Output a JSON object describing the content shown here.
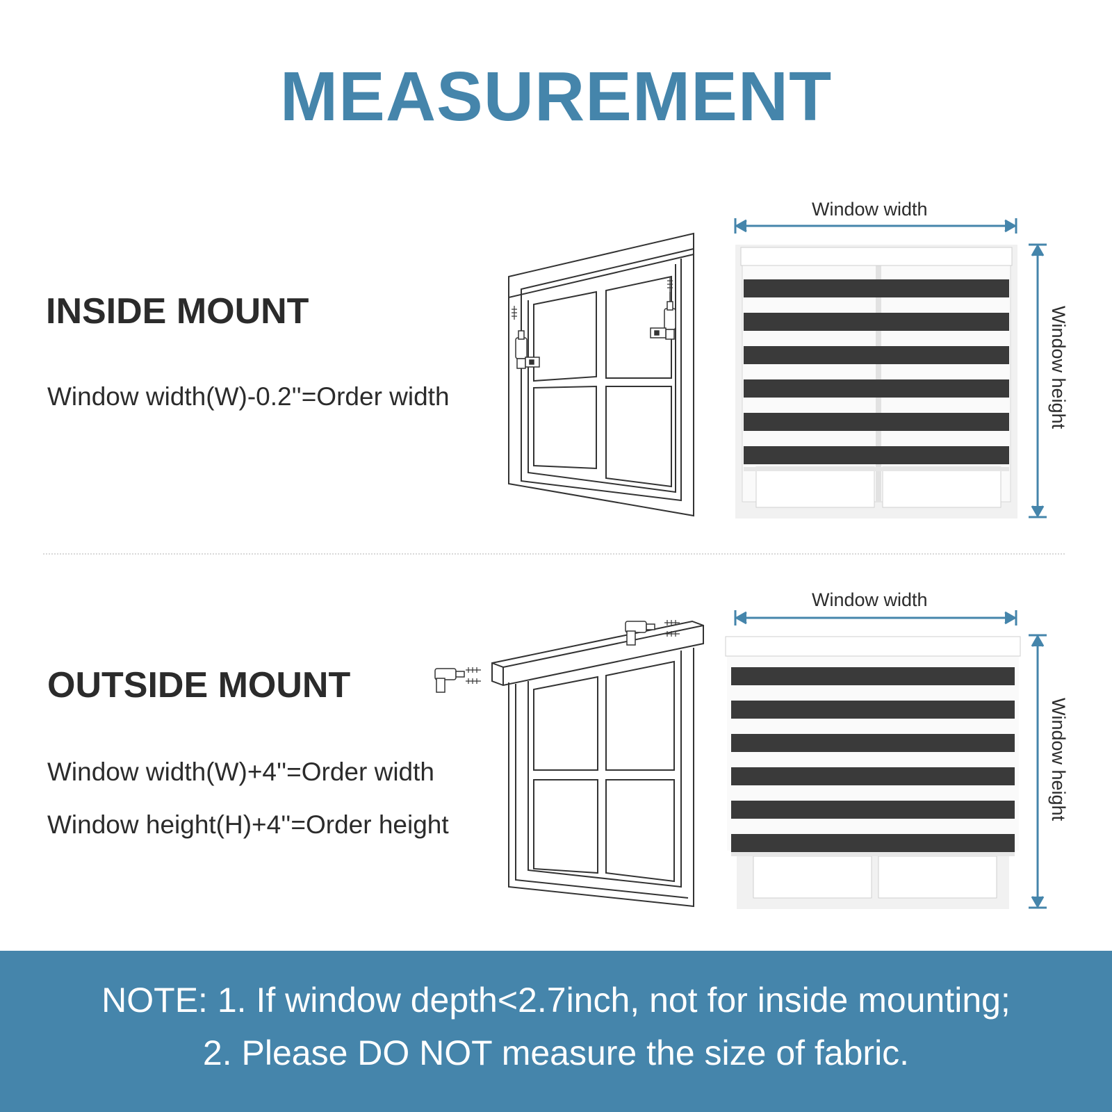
{
  "title": "MEASUREMENT",
  "inside_mount": {
    "heading": "INSIDE MOUNT",
    "formula": "Window width(W)-0.2''=Order width",
    "width_label": "Window width",
    "height_label": "Window height"
  },
  "outside_mount": {
    "heading": "OUTSIDE MOUNT",
    "formula_width": "Window width(W)+4''=Order width",
    "formula_height": "Window height(H)+4''=Order height",
    "width_label": "Window width",
    "height_label": "Window height"
  },
  "note": {
    "line1": "NOTE: 1. If window depth<2.7inch, not for inside mounting;",
    "line2": "2. Please DO NOT measure the size of fabric."
  },
  "colors": {
    "accent": "#4585ab",
    "text": "#2b2b2b",
    "stripe": "#3a3a3a"
  },
  "icons": [
    "drill-icon",
    "screw-icon",
    "bracket-icon",
    "arrow-icon"
  ]
}
